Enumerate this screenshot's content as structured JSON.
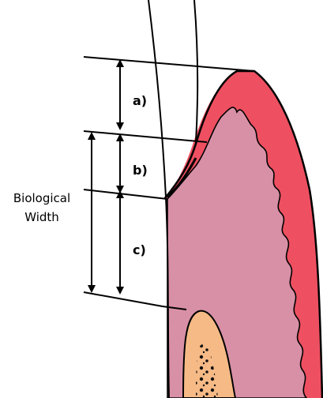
{
  "labels": {
    "a": "a)",
    "b": "b)",
    "c": "c)",
    "biological_width_line1": "Biological",
    "biological_width_line2": "Width"
  },
  "colors": {
    "gingiva_outer": "#ee5061",
    "connective_tissue": "#d890a6",
    "bone": "#f5ba86",
    "bone_marrow": "#111111",
    "outline": "#000000",
    "background": "#ffffff"
  }
}
